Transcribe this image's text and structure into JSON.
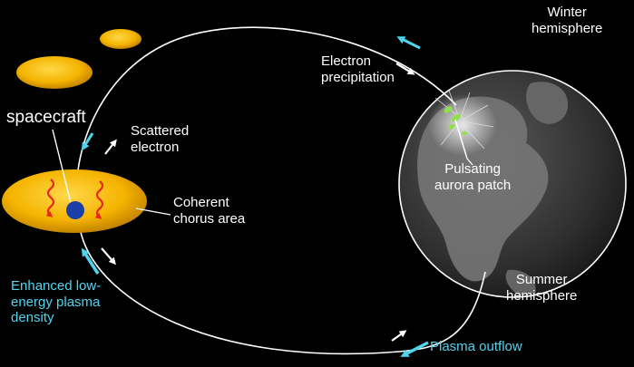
{
  "labels": {
    "spacecraft": "spacecraft",
    "scattered_line1": "Scattered",
    "scattered_line2": "electron",
    "chorus_line1": "Coherent",
    "chorus_line2": "chorus area",
    "precip_line1": "Electron",
    "precip_line2": "precipitation",
    "winter_line1": "Winter",
    "winter_line2": "hemisphere",
    "pulsating_line1": "Pulsating",
    "pulsating_line2": "aurora patch",
    "summer_line1": "Summer",
    "summer_line2": "hemisphere",
    "enhanced_line1": "Enhanced low-",
    "enhanced_line2": "energy plasma",
    "enhanced_line3": "density",
    "outflow": "Plasma outflow"
  },
  "colors": {
    "background": "#000000",
    "text": "#ffffff",
    "highlight": "#4fd4ee",
    "plasma_gold": "#f5b400",
    "spacecraft_blue": "#1a3fa8",
    "wave_red": "#e8271c",
    "aurora_green": "#8fe04a"
  }
}
